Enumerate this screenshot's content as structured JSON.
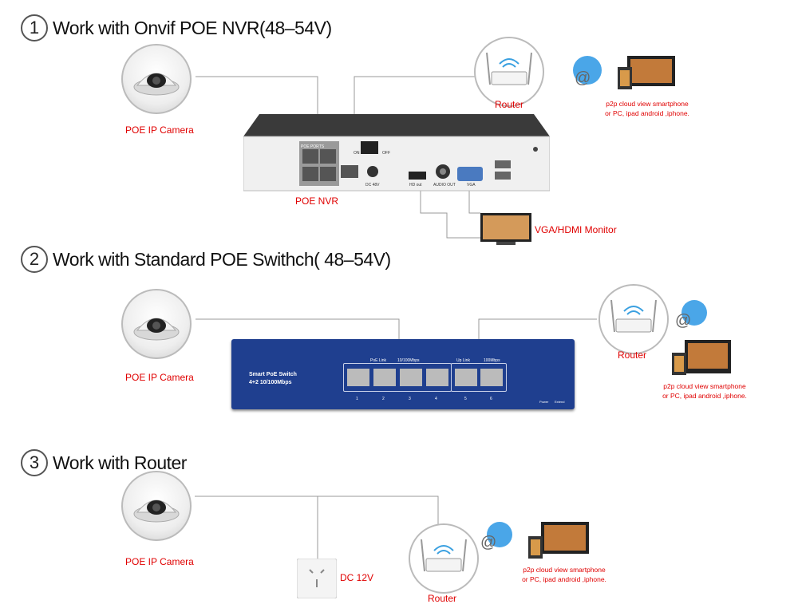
{
  "sections": [
    {
      "number": "1",
      "title": "Work with Onvif POE NVR(48–54V)"
    },
    {
      "number": "2",
      "title": "Work with Standard POE Swithch( 48–54V)"
    },
    {
      "number": "3",
      "title": "Work with Router"
    }
  ],
  "labels": {
    "camera": "POE IP Camera",
    "router": "Router",
    "nvr": "POE NVR",
    "monitor": "VGA/HDMI Monitor",
    "dc": "DC 12V",
    "p2p_line1": "p2p cloud  view smartphone",
    "p2p_line2": "or PC, ipad android ,iphone."
  },
  "nvr_panel": {
    "poe_ports": "POE PORTS",
    "on": "ON",
    "off": "OFF",
    "dc": "DC 48V",
    "hdmi": "HD out",
    "audio": "AUDIO OUT",
    "vga": "VGA"
  },
  "switch_panel": {
    "name_line1": "Smart PoE Switch",
    "name_line2": "4+2 10/100Mbps",
    "poe_link": "PoE Link",
    "speed": "10/100Mbps",
    "up_link": "Up Link",
    "speed2": "100Mbps",
    "port_numbers": [
      "1",
      "2",
      "3",
      "4",
      "5",
      "6"
    ],
    "power": "Power",
    "extend": "Extend"
  },
  "colors": {
    "label_red": "#e00000",
    "switch_blue": "#1f3f8f",
    "nvr_dark": "#3a3a3a"
  }
}
